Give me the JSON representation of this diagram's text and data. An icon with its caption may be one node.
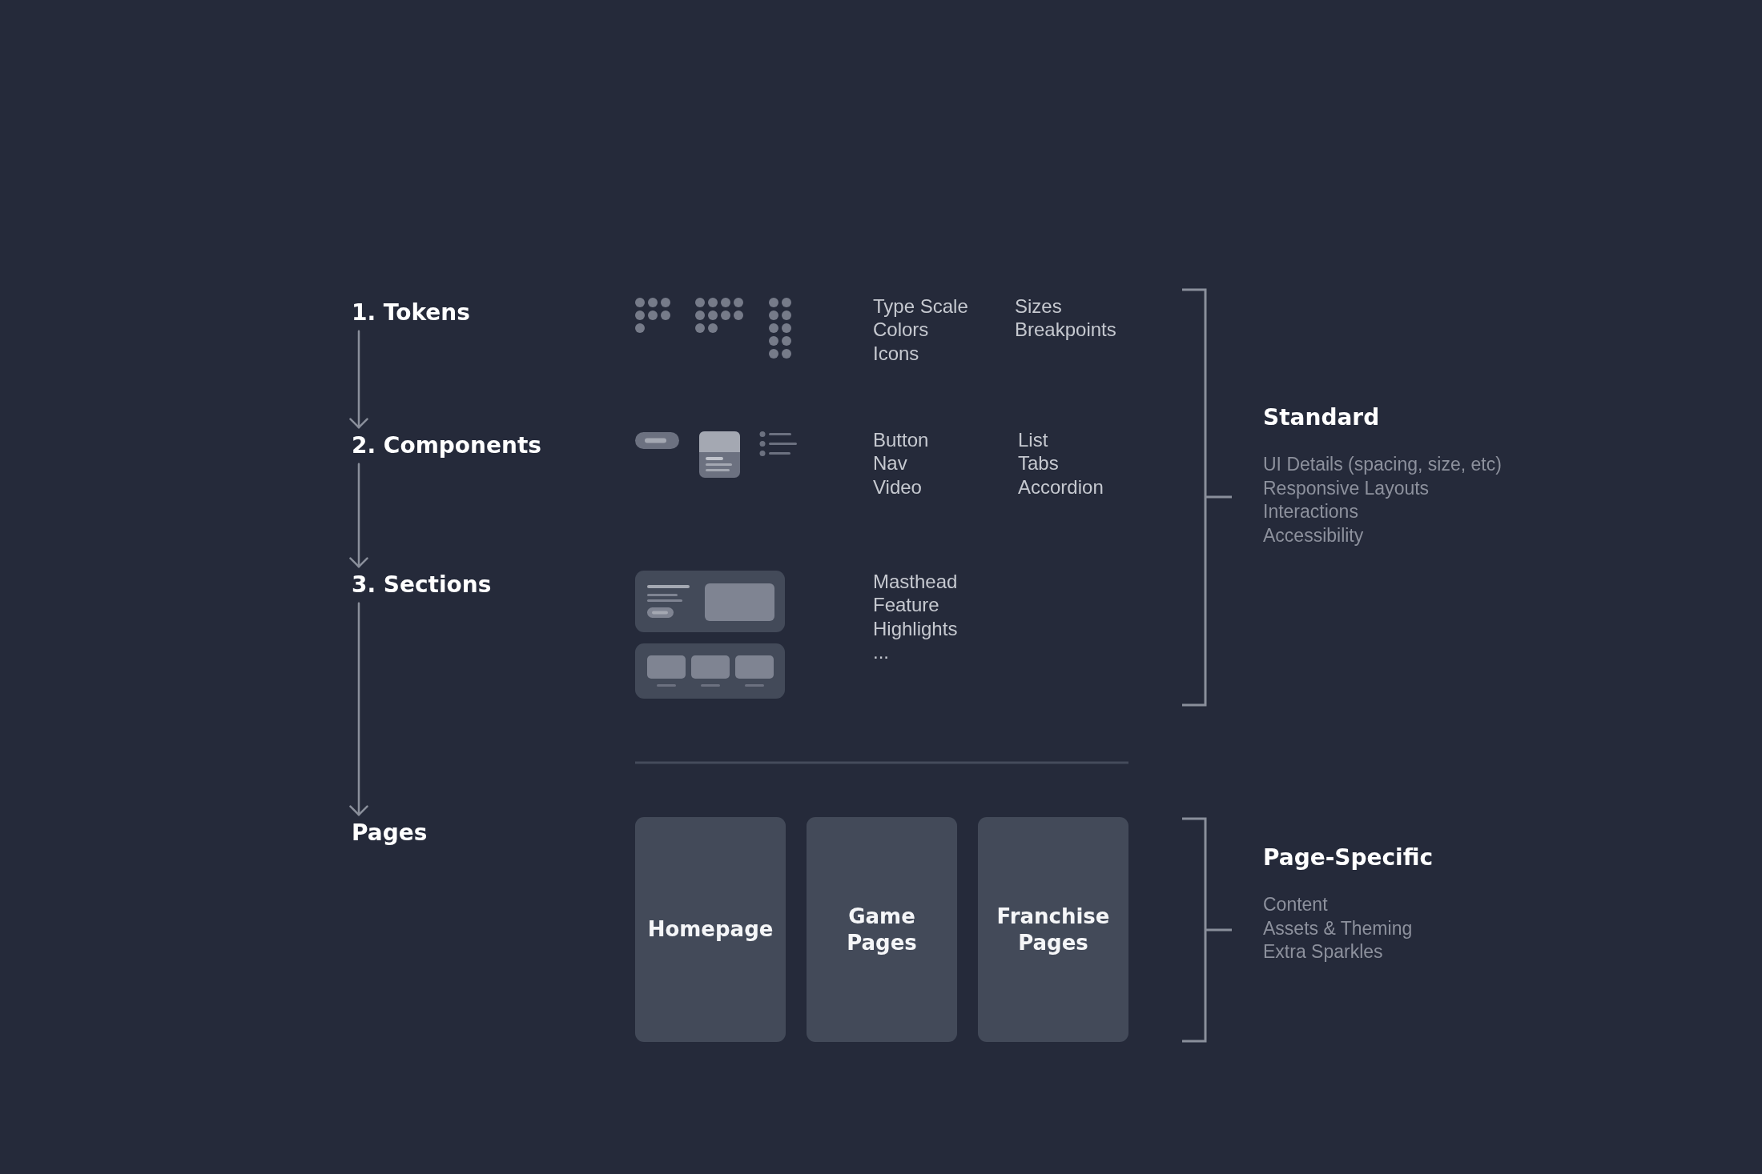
{
  "diagram": {
    "nodes": [
      {
        "text": [
          "1. Tokens"
        ]
      },
      {
        "text": [
          "2. Components"
        ]
      },
      {
        "text": [
          "3. Sections"
        ]
      },
      {
        "text": [
          "Pages"
        ]
      },
      {
        "text": [
          "Homepage"
        ]
      },
      {
        "text": [
          "Game Pages"
        ]
      },
      {
        "text": [
          "Franchise Pages"
        ]
      }
    ],
    "edges": [
      {
        "from": 0,
        "to": 1,
        "arrow": "to"
      },
      {
        "from": 1,
        "to": 2,
        "arrow": "to"
      },
      {
        "from": 2,
        "to": 3,
        "arrow": "to"
      }
    ],
    "labels": [
      "Type Scale",
      "Colors",
      "Icons",
      "Sizes",
      "Breakpoints",
      "Button",
      "Nav",
      "Video",
      "List",
      "Tabs",
      "Accordion",
      "Masthead",
      "Feature",
      "Highlights",
      "...",
      "Standard",
      "UI Details (spacing, size, etc)",
      "Responsive Layouts",
      "Interactions",
      "Accessibility",
      "Page-Specific",
      "Content",
      "Assets & Theming",
      "Extra Sparkles"
    ]
  }
}
